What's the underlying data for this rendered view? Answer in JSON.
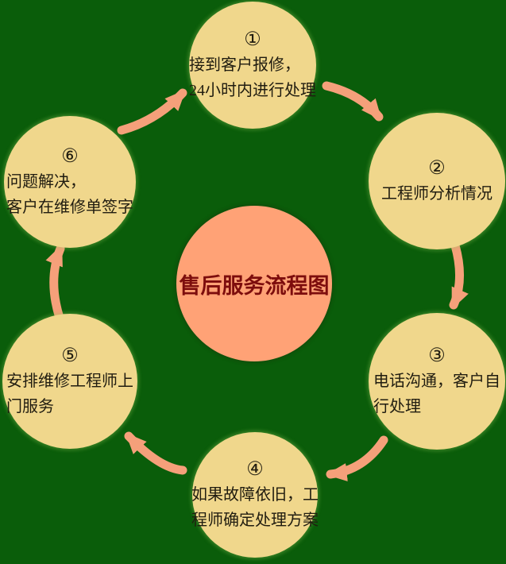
{
  "title": "售后服务流程图",
  "colors": {
    "background": "#0a5d0a",
    "node-fill": "#f0d78c",
    "node-text": "#201c10",
    "center-fill": "#ffa276",
    "center-text": "#7d0d0d",
    "arrow": "#f5a07a"
  },
  "center": {
    "label": "售后服务流程图"
  },
  "nodes": [
    {
      "num": "①",
      "lines": [
        "接到客户报修，",
        "24小时内进行处理"
      ]
    },
    {
      "num": "②",
      "lines": [
        "工程师分析情况"
      ]
    },
    {
      "num": "③",
      "lines": [
        "电话沟通，客户自",
        "行处理"
      ]
    },
    {
      "num": "④",
      "lines": [
        "如果故障依旧，工",
        "程师确定处理方案"
      ]
    },
    {
      "num": "⑤",
      "lines": [
        "安排维修工程师上",
        "门服务"
      ]
    },
    {
      "num": "⑥",
      "lines": [
        "问题解决，",
        "客户在维修单签字"
      ]
    }
  ],
  "flow": {
    "direction": "clockwise",
    "order": [
      "1",
      "2",
      "3",
      "4",
      "5",
      "6",
      "1"
    ]
  }
}
